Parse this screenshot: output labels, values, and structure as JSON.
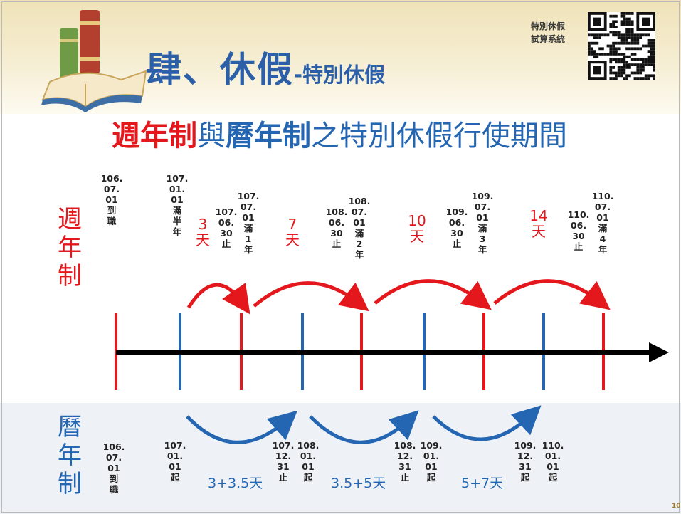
{
  "title": {
    "main": "肆、休假",
    "sub": "-特別休假"
  },
  "qr": {
    "caption": "特別休假\n試算系統"
  },
  "subtitle": {
    "part1": "週年制",
    "part2": "與",
    "part3": "曆年制",
    "part4": "之特別休假行使期間"
  },
  "anniversary": {
    "label": "週\n年\n制",
    "dates": [
      "106.\n07.\n01\n到\n職",
      "107.\n01.\n01\n滿\n半\n年",
      "107.\n06.\n30\n止",
      "107.\n07.\n01\n滿\n1\n年",
      "108.\n06.\n30\n止",
      "108.\n07.\n01\n滿\n2\n年",
      "109.\n06.\n30\n止",
      "109.\n07.\n01\n滿\n3\n年",
      "110.\n06.\n30\n止",
      "110.\n07.\n01\n滿\n4\n年"
    ],
    "days": [
      "3\n天",
      "7\n天",
      "10\n天",
      "14\n天"
    ]
  },
  "calendar": {
    "label": "曆\n年\n制",
    "dates": [
      "106.\n07.\n01\n到\n職",
      "107.\n01.\n01\n起",
      "107.\n12.\n31\n止",
      "108.\n01.\n01\n起",
      "108.\n12.\n31\n止",
      "109.\n01.\n01\n起",
      "109.\n12.\n31\n起",
      "110.\n01.\n01\n起"
    ],
    "days": [
      "3+3.5天",
      "3.5+5天",
      "5+7天"
    ]
  },
  "page_number": "10",
  "colors": {
    "anniversary": "#e3171c",
    "calendar": "#2566b3",
    "timeline": "#000000"
  }
}
